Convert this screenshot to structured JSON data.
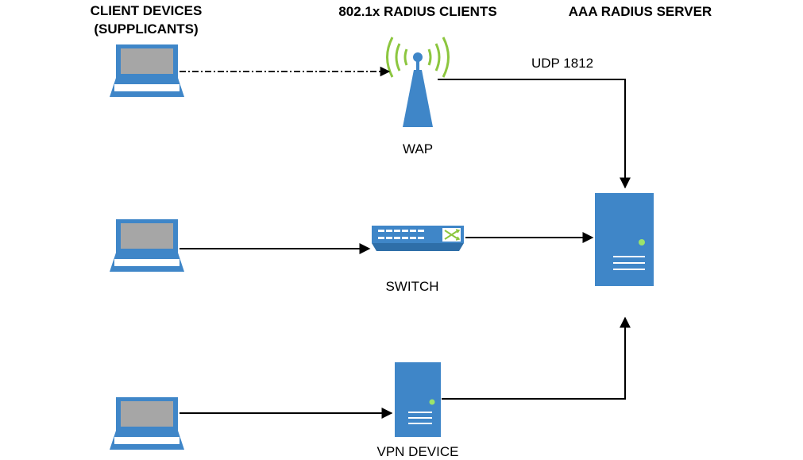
{
  "headers": {
    "client_devices_line1": "CLIENT DEVICES",
    "client_devices_line2": "(SUPPLICANTS)",
    "radius_clients": "802.1x RADIUS CLIENTS",
    "aaa_server": "AAA RADIUS SERVER"
  },
  "labels": {
    "wap": "WAP",
    "switch": "SWITCH",
    "vpn_device": "VPN DEVICE",
    "udp_port": "UDP 1812"
  },
  "colors": {
    "device_blue": "#3f86c8",
    "screen_gray": "#a6a6a6",
    "wifi_green": "#8cc63f",
    "led_green": "#9be36a",
    "line": "#000000"
  },
  "icons": {
    "laptop": "laptop-icon",
    "wap": "wireless-access-point-icon",
    "switch": "network-switch-icon",
    "server": "server-icon"
  }
}
